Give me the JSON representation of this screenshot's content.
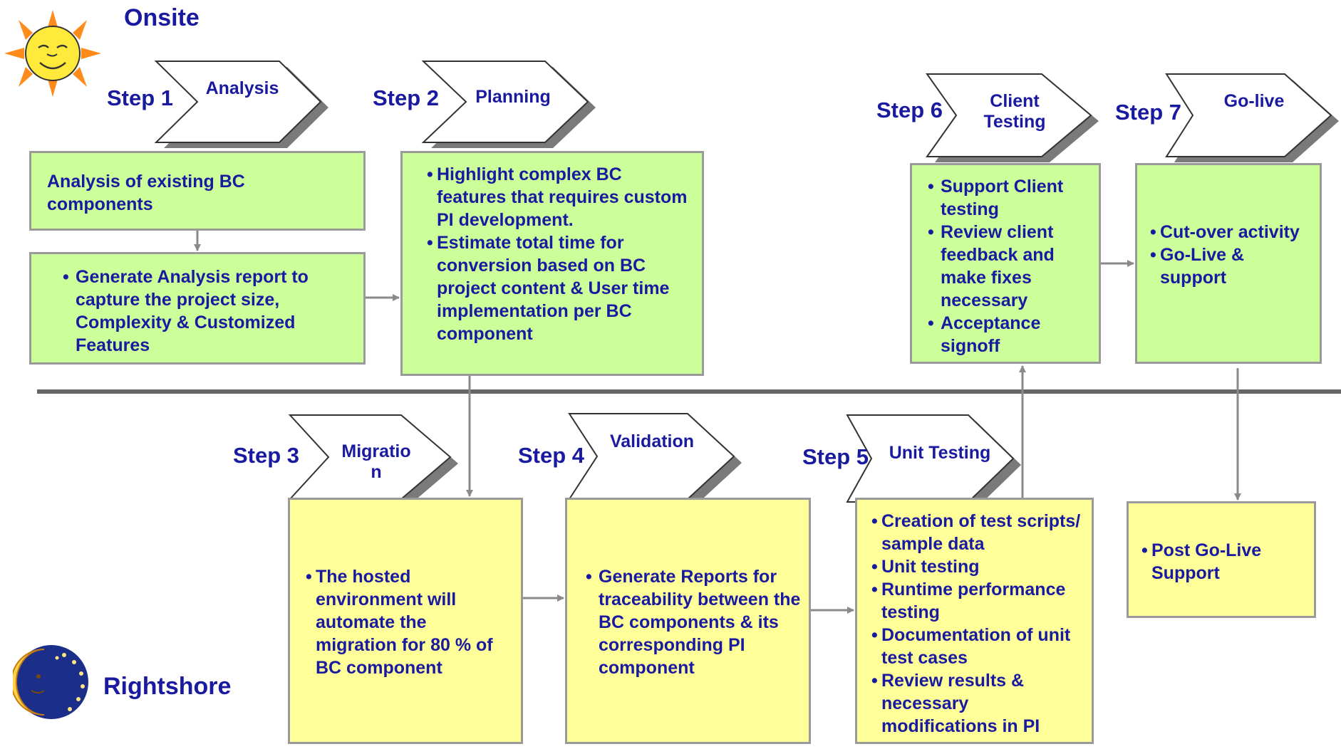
{
  "colors": {
    "text": "#1a1aa0",
    "onsite_box": "#ccff99",
    "rightshore_box": "#ffff99",
    "border": "#9a9a9a",
    "divider": "#666666",
    "arrow": "#8a8a8a"
  },
  "lanes": {
    "onsite": "Onsite",
    "rightshore": "Rightshore"
  },
  "icons": {
    "onsite": "sun-icon",
    "rightshore": "moon-icon"
  },
  "steps": [
    {
      "label": "Step 1",
      "title": "Analysis"
    },
    {
      "label": "Step 2",
      "title": "Planning"
    },
    {
      "label": "Step 3",
      "title": "Migratio\nn"
    },
    {
      "label": "Step 4",
      "title": "Validation"
    },
    {
      "label": "Step 5",
      "title": "Unit Testing"
    },
    {
      "label": "Step 6",
      "title": "Client\nTesting"
    },
    {
      "label": "Step 7",
      "title": "Go-live"
    }
  ],
  "boxes": {
    "analysis_top": "Analysis of existing BC components",
    "analysis_report": [
      "Generate Analysis report to capture the project size, Complexity & Customized Features"
    ],
    "planning": [
      "Highlight complex BC features that requires custom PI development.",
      "Estimate total time for conversion based on BC project content & User time implementation per BC component"
    ],
    "migration": [
      "The hosted environment will automate the migration for 80 % of BC component"
    ],
    "validation": [
      "Generate Reports for traceability between the BC components & its corresponding PI component"
    ],
    "unit_testing": [
      "Creation of test scripts/ sample data",
      "Unit testing",
      "Runtime performance testing",
      "Documentation of unit test cases",
      "Review results & necessary modifications in PI"
    ],
    "client_testing": [
      "Support Client testing",
      "Review client feedback  and make  fixes necessary",
      "Acceptance signoff"
    ],
    "go_live": [
      "Cut-over activity",
      "Go-Live & support"
    ],
    "post_go_live": [
      "Post Go-Live Support"
    ]
  }
}
